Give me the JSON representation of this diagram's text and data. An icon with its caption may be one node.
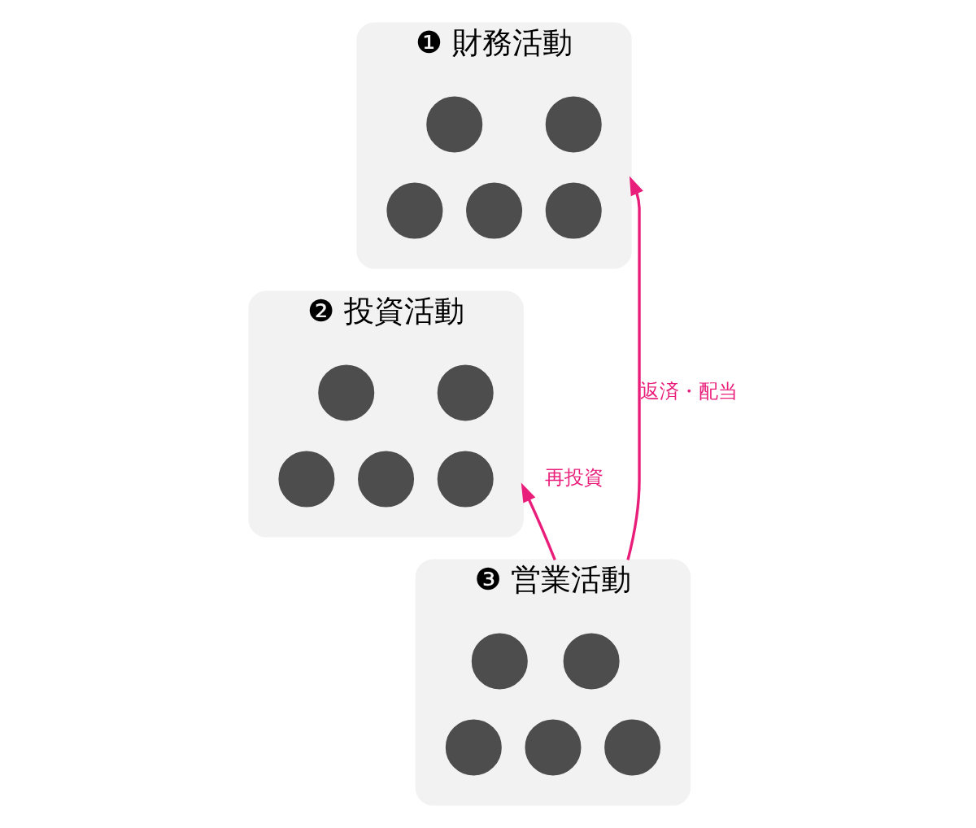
{
  "diagram": {
    "nodes": [
      {
        "text": [
          "❶ 財務活動"
        ]
      },
      {
        "text": [],
        "shape": "circle",
        "in": 0
      },
      {
        "text": [],
        "shape": "circle",
        "in": 0
      },
      {
        "text": [],
        "shape": "circle",
        "in": 0
      },
      {
        "text": [],
        "shape": "circle",
        "in": 0
      },
      {
        "text": [],
        "shape": "circle",
        "in": 0
      },
      {
        "text": [
          "❷ 投資活動"
        ]
      },
      {
        "text": [],
        "shape": "circle",
        "in": 6
      },
      {
        "text": [],
        "shape": "circle",
        "in": 6
      },
      {
        "text": [],
        "shape": "circle",
        "in": 6
      },
      {
        "text": [],
        "shape": "circle",
        "in": 6
      },
      {
        "text": [],
        "shape": "circle",
        "in": 6
      },
      {
        "text": [
          "❸ 営業活動"
        ]
      },
      {
        "text": [],
        "shape": "circle",
        "in": 12
      },
      {
        "text": [],
        "shape": "circle",
        "in": 12
      },
      {
        "text": [],
        "shape": "circle",
        "in": 12
      },
      {
        "text": [],
        "shape": "circle",
        "in": 12
      },
      {
        "text": [],
        "shape": "circle",
        "in": 12
      }
    ],
    "edges": [
      {
        "from": 12,
        "to": 0,
        "arrow": "to",
        "label": "返済・配当",
        "color": "#e91e7a"
      },
      {
        "from": 12,
        "to": 6,
        "arrow": "to",
        "label": "再投資",
        "color": "#e91e7a"
      }
    ]
  }
}
